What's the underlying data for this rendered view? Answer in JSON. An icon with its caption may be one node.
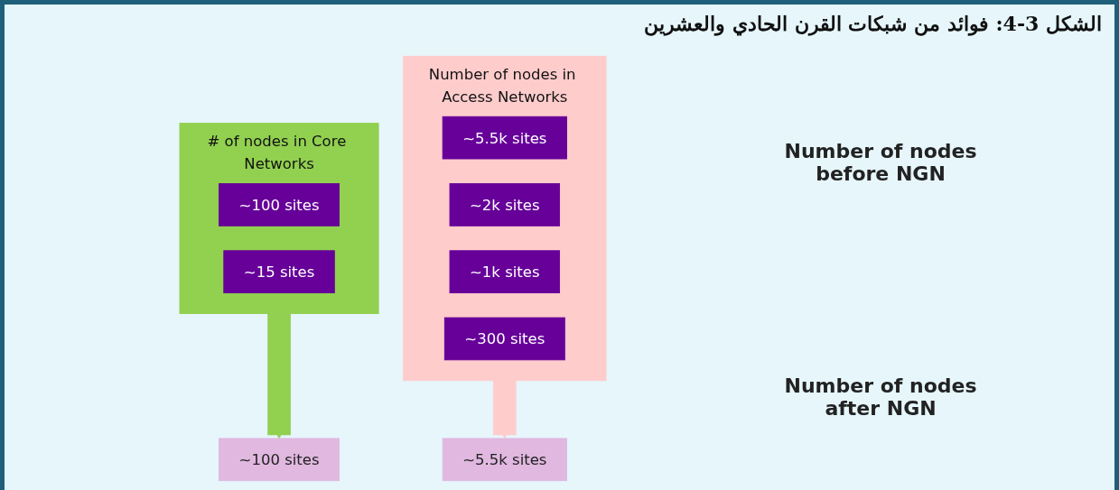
{
  "diagram": {
    "title": "الشكل 3-4: فوائد من شبكات القرن الحادي والعشرين",
    "nodes": [
      {
        "text": [
          "Number of nodes in Access Networks"
        ]
      },
      {
        "text": [
          "~5.5k sites"
        ],
        "in": 0
      },
      {
        "text": [
          "~2k sites"
        ],
        "in": 0
      },
      {
        "text": [
          "~1k sites"
        ],
        "in": 0
      },
      {
        "text": [
          "~300 sites"
        ],
        "in": 0
      },
      {
        "text": [
          "# of nodes in Core Networks"
        ]
      },
      {
        "text": [
          "~100 sites"
        ],
        "in": 5
      },
      {
        "text": [
          "~15 sites"
        ],
        "in": 5
      },
      {
        "text": [
          "~5.5k sites"
        ]
      },
      {
        "text": [
          "~100 sites"
        ]
      }
    ],
    "edges": [
      {
        "from": 0,
        "to": 8,
        "arrow": "to",
        "color": "#ffcccc"
      },
      {
        "from": 5,
        "to": 9,
        "arrow": "to",
        "color": "#92d050"
      }
    ],
    "labels": [
      "Number of nodes before NGN",
      "Number of nodes after NGN"
    ]
  }
}
